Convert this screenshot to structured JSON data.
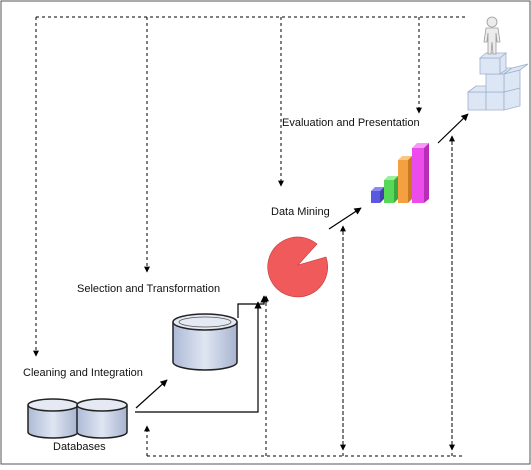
{
  "diagram": {
    "stages": {
      "databases": "Databases",
      "cleaning": "Cleaning and Integration",
      "selection": "Selection and Transformation",
      "mining": "Data Mining",
      "evaluation": "Evaluation and Presentation"
    },
    "colors": {
      "frame": "#555555",
      "arrow": "#000000",
      "cylinder_fill": "#c9d3e6",
      "pie": "#f05a5a",
      "bar_blue": "#6a6ae8",
      "bar_green": "#66e066",
      "bar_orange": "#f7a34a",
      "bar_pink": "#ee55ee",
      "cube": "#dde6f5",
      "person": "#e8e8e8"
    }
  }
}
